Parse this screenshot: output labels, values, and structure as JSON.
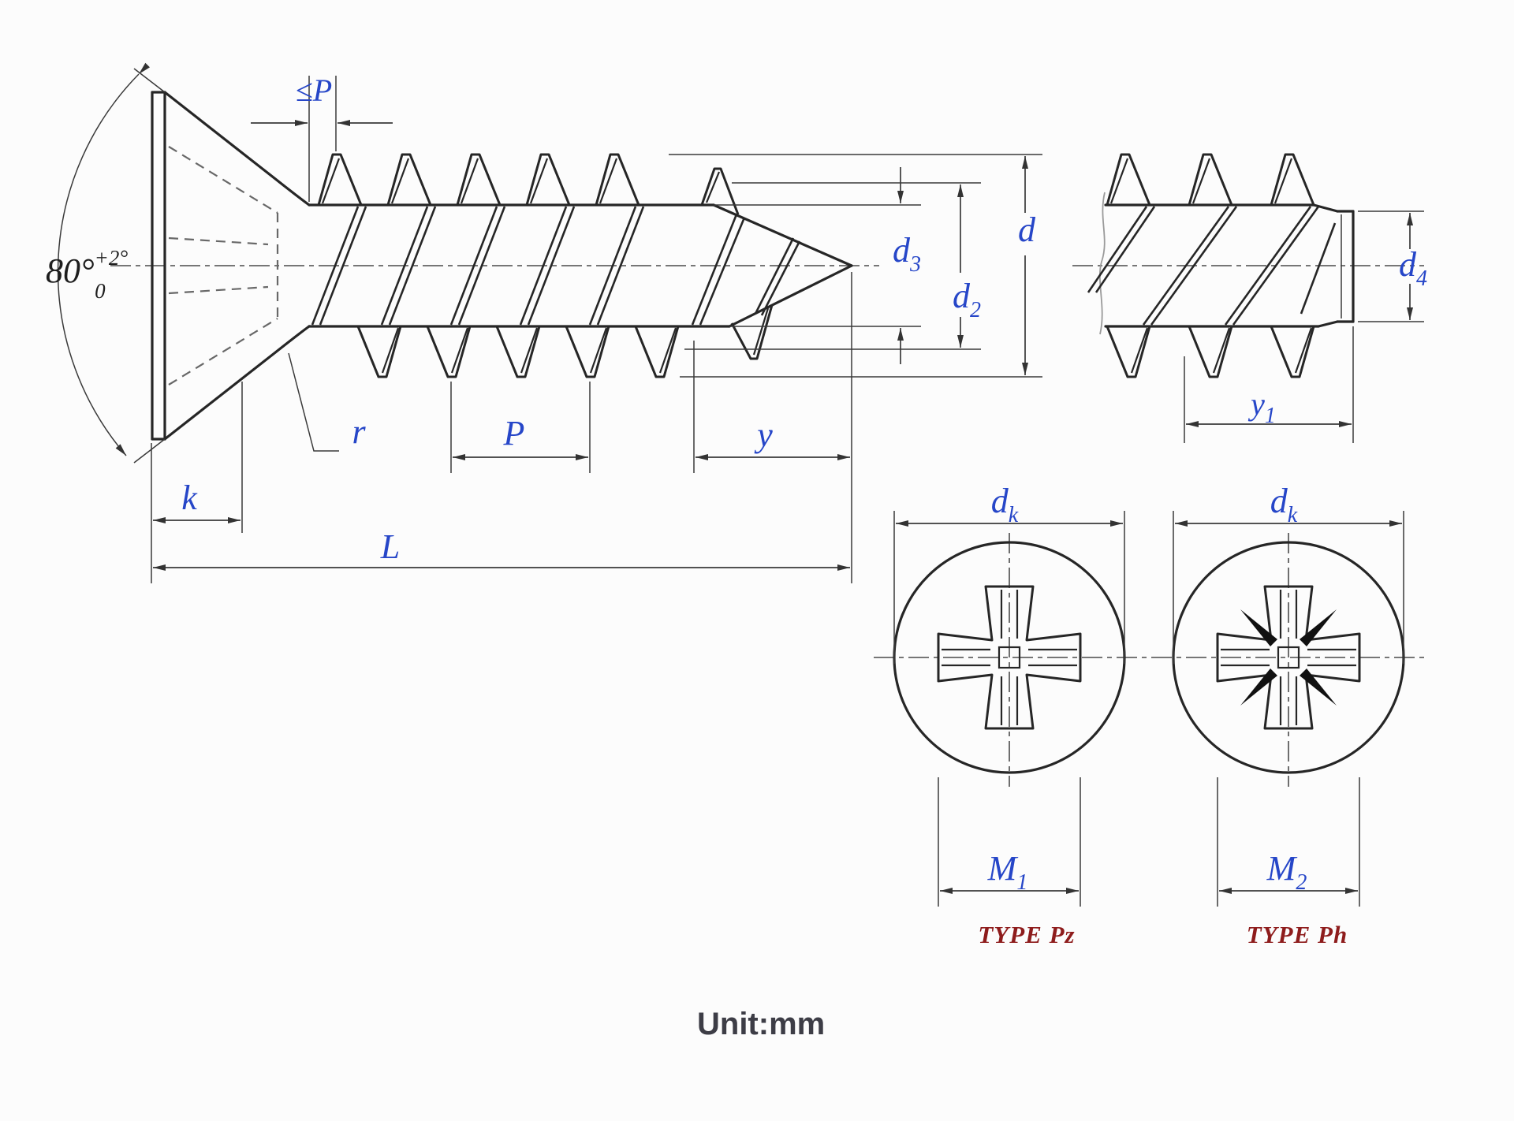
{
  "colors": {
    "ink": "#262626",
    "dimension_line": "#3a3a3a",
    "label_blue": "#2646c8",
    "label_red": "#8e1c1c",
    "unit_text": "#3d3d46",
    "background": "#fcfcfc"
  },
  "drawing": {
    "unit_note": "Unit:mm",
    "angle": {
      "base": "80°",
      "sup": "+2°",
      "sub": "0"
    },
    "dims": {
      "thread_incomplete": "≤P",
      "d3": {
        "base": "d",
        "sub": "3"
      },
      "d2": {
        "base": "d",
        "sub": "2"
      },
      "d": {
        "base": "d"
      },
      "r": "r",
      "P": "P",
      "y": "y",
      "k": "k",
      "L": "L",
      "d4": {
        "base": "d",
        "sub": "4"
      },
      "y1": {
        "base": "y",
        "sub": "1"
      },
      "dk": {
        "base": "d",
        "sub": "k"
      },
      "M1": {
        "base": "M",
        "sub": "1"
      },
      "M2": {
        "base": "M",
        "sub": "2"
      }
    },
    "drive_types": {
      "left": "TYPE Pz",
      "right": "TYPE Ph"
    }
  }
}
